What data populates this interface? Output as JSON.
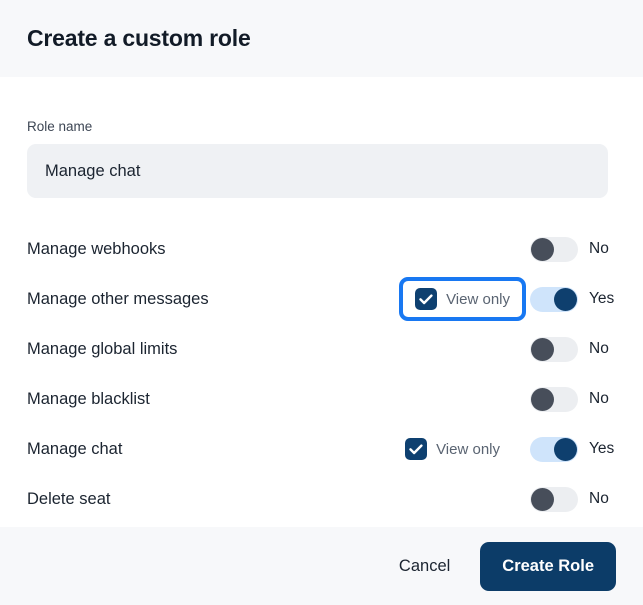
{
  "dialog": {
    "title": "Create a custom role"
  },
  "form": {
    "role_name": {
      "label": "Role name",
      "value": "Manage chat",
      "placeholder": "Role name"
    }
  },
  "permissions": {
    "view_only_label": "View only",
    "toggle_on_text": "Yes",
    "toggle_off_text": "No",
    "rows": [
      {
        "label": "Manage webhooks",
        "has_view_only": false,
        "view_only_checked": false,
        "view_only_focused": false,
        "toggle_state": "off",
        "toggle_text": "No"
      },
      {
        "label": "Manage other messages",
        "has_view_only": true,
        "view_only_checked": true,
        "view_only_focused": true,
        "toggle_state": "on",
        "toggle_text": "Yes"
      },
      {
        "label": "Manage global limits",
        "has_view_only": false,
        "view_only_checked": false,
        "view_only_focused": false,
        "toggle_state": "off",
        "toggle_text": "No"
      },
      {
        "label": "Manage blacklist",
        "has_view_only": false,
        "view_only_checked": false,
        "view_only_focused": false,
        "toggle_state": "off",
        "toggle_text": "No"
      },
      {
        "label": "Manage chat",
        "has_view_only": true,
        "view_only_checked": true,
        "view_only_focused": false,
        "toggle_state": "on",
        "toggle_text": "Yes"
      },
      {
        "label": "Delete seat",
        "has_view_only": false,
        "view_only_checked": false,
        "view_only_focused": false,
        "toggle_state": "off",
        "toggle_text": "No"
      }
    ]
  },
  "footer": {
    "cancel_label": "Cancel",
    "create_label": "Create Role"
  },
  "colors": {
    "header_bg": "#f7f8fa",
    "footer_bg": "#f7f8fa",
    "input_bg": "#eff1f4",
    "primary_navy": "#0c3c68",
    "focus_blue": "#1878f2",
    "toggle_on_track": "#cfe4fb",
    "toggle_on_knob": "#0e3f6e",
    "toggle_off_track": "#eceef1",
    "toggle_off_knob": "#474e5a",
    "text_primary": "#1b2430",
    "text_muted": "#5a6472"
  }
}
